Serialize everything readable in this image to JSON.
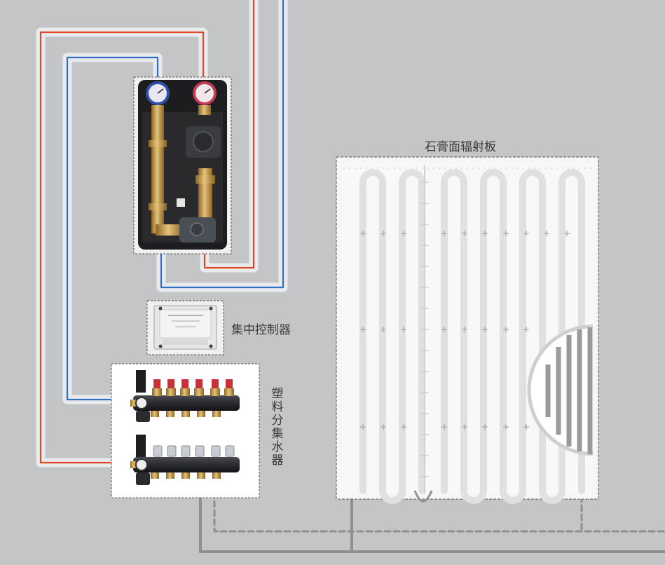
{
  "labels": {
    "panel": "石膏面辐射板",
    "controller": "集中控制器",
    "manifold": "塑料分集水器"
  },
  "colors": {
    "background": "#c4c5c7",
    "supply_pipe": "#e04a2a",
    "return_pipe": "#2f6fc9",
    "pipe_sleeve": "#e9eaeb",
    "drain_pipe": "#8e8f91",
    "dashed_outline": "#555555",
    "panel_fill": "#f6f6f6",
    "brass": "#c9a15a"
  },
  "icons": {
    "pump_station": "pump-station-icon",
    "controller": "controller-box-icon",
    "manifold": "manifold-icon",
    "radiant_panel": "radiant-panel-icon"
  }
}
